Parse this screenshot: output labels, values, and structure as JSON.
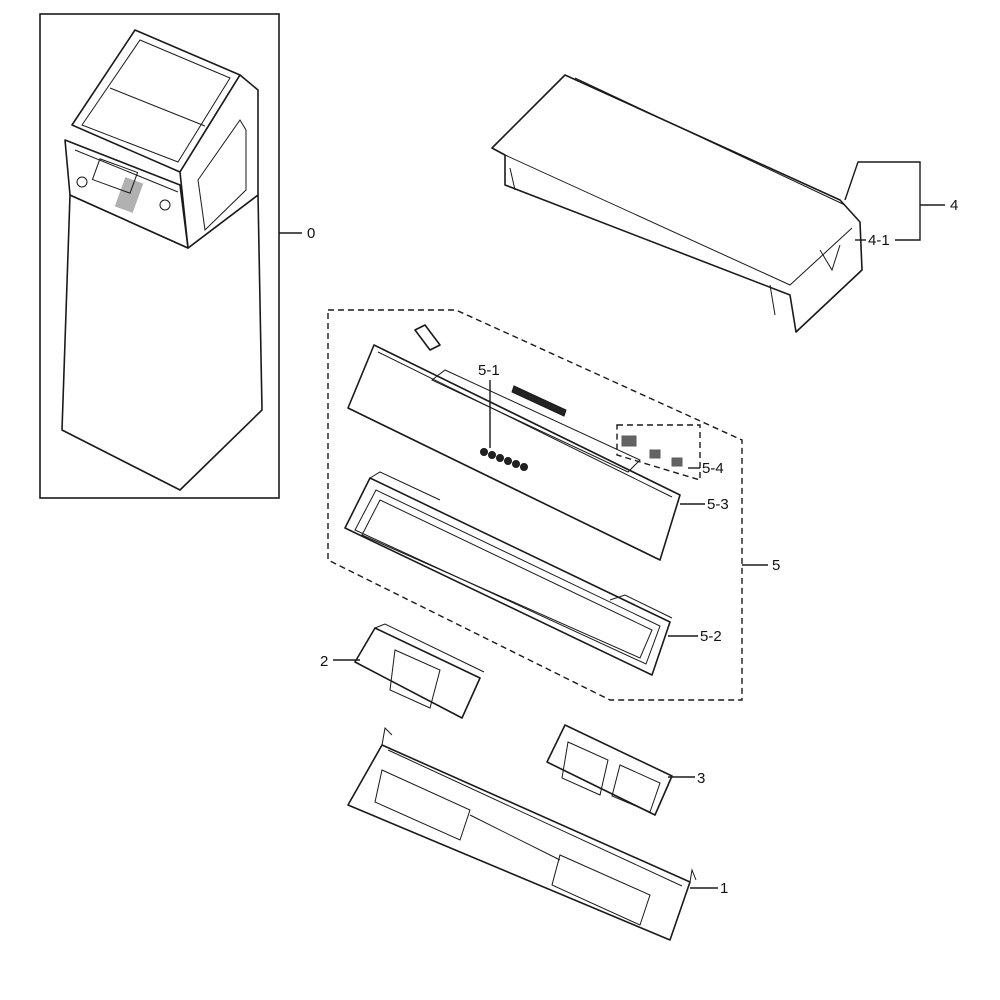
{
  "labels": {
    "part0": "0",
    "part1": "1",
    "part2": "2",
    "part3": "3",
    "part4": "4",
    "part4_1": "4-1",
    "part5": "5",
    "part5_1": "5-1",
    "part5_2": "5-2",
    "part5_3": "5-3",
    "part5_4": "5-4"
  },
  "colors": {
    "line": "#1a1a1a",
    "background": "#ffffff"
  }
}
